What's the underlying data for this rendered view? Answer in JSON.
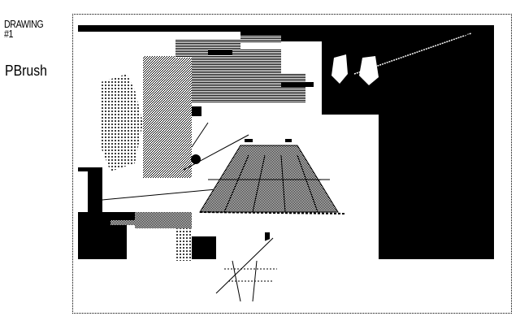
{
  "document": {
    "title_line1": "DRAWING",
    "title_line2": "#1"
  },
  "app": {
    "name": "PBrush"
  },
  "colors": {
    "background": "#ffffff",
    "ink": "#000000"
  }
}
